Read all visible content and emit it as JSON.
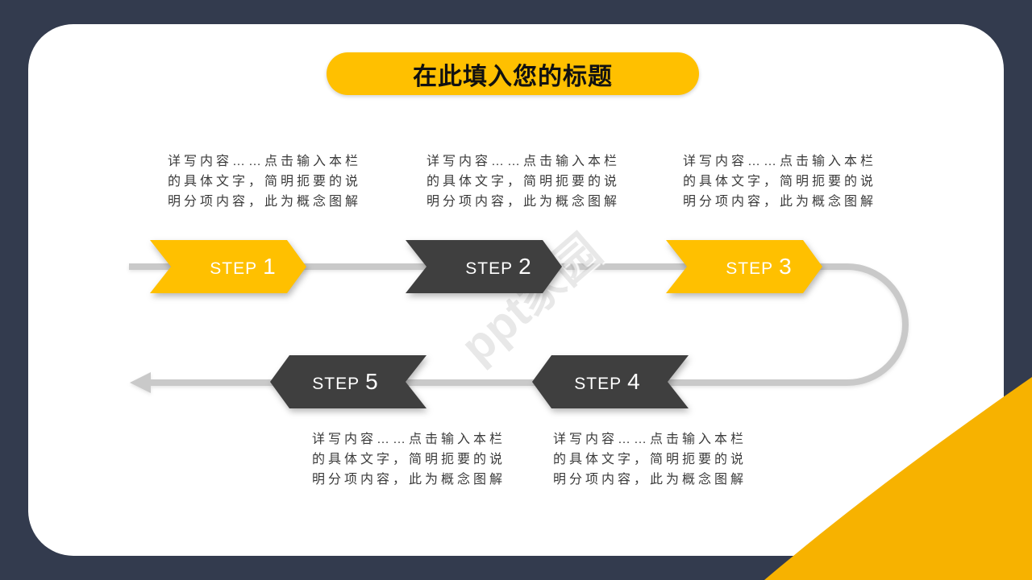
{
  "slide": {
    "title": "在此填入您的标题",
    "watermark": "ppt家园",
    "colors": {
      "background": "#333B4E",
      "card": "#FFFFFF",
      "accent_yellow": "#FFC000",
      "corner_yellow": "#F7B200",
      "arrow_dark": "#3F3F3F",
      "flow_line_gray": "#C9C9C9",
      "body_text": "#3A3A3A",
      "step_text": "#FFFFFF",
      "title_text": "#111111"
    },
    "description_lines": {
      "0": "详写内容……点击输入本栏",
      "1": "的具体文字，简明扼要的说",
      "2": "明分项内容，此为概念图解"
    },
    "steps": [
      {
        "label": "STEP",
        "number": "1",
        "color": "yellow",
        "direction": "right"
      },
      {
        "label": "STEP",
        "number": "2",
        "color": "dark",
        "direction": "right"
      },
      {
        "label": "STEP",
        "number": "3",
        "color": "yellow",
        "direction": "right"
      },
      {
        "label": "STEP",
        "number": "4",
        "color": "dark",
        "direction": "left"
      },
      {
        "label": "STEP",
        "number": "5",
        "color": "dark",
        "direction": "left"
      }
    ]
  }
}
